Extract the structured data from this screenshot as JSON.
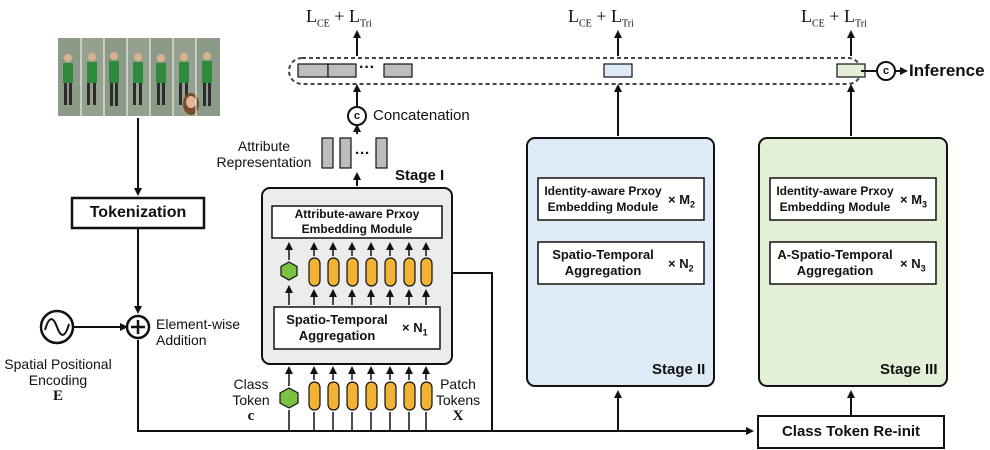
{
  "loss": {
    "stage1": {
      "ce": "L",
      "ce_sub": "CE",
      "plus": "+",
      "tri": "L",
      "tri_sub": "Tri"
    },
    "stage2": {
      "ce": "L",
      "ce_sub": "CE",
      "plus": "+",
      "tri": "L",
      "tri_sub": "Tri"
    },
    "stage3": {
      "ce": "L",
      "ce_sub": "CE",
      "plus": "+",
      "tri": "L",
      "tri_sub": "Tri"
    }
  },
  "feature_dots": "···",
  "inference_label": "Inference",
  "concat_symbol": "c",
  "concatenation_label": "Concatenation",
  "attribute_rep": {
    "line1": "Attribute",
    "line2": "Representation",
    "dots": "···"
  },
  "stage1": {
    "title": "Stage I",
    "proxy_line1": "Attribute-aware Prxoy",
    "proxy_line2": "Embedding Module",
    "sta_line1": "Spatio-Temporal",
    "sta_line2": "Aggregation",
    "sta_repeat": "× N",
    "sta_repeat_sub": "1"
  },
  "stage2": {
    "title": "Stage II",
    "proxy_line1": "Identity-aware Prxoy",
    "proxy_line2": "Embedding Module",
    "proxy_repeat": "× M",
    "proxy_repeat_sub": "2",
    "sta_line1": "Spatio-Temporal",
    "sta_line2": "Aggregation",
    "sta_repeat": "× N",
    "sta_repeat_sub": "2"
  },
  "stage3": {
    "title": "Stage III",
    "proxy_line1": "Identity-aware Prxoy",
    "proxy_line2": "Embedding Module",
    "proxy_repeat": "× M",
    "proxy_repeat_sub": "3",
    "sta_line1": "A-Spatio-Temporal",
    "sta_line2": "Aggregation",
    "sta_repeat": "× N",
    "sta_repeat_sub": "3"
  },
  "tokenization_label": "Tokenization",
  "element_wise": {
    "line1": "Element-wise",
    "line2": "Addition"
  },
  "spatial_enc": {
    "line1": "Spatial Positional",
    "line2": "Encoding",
    "symbol": "E"
  },
  "class_token": {
    "line1": "Class",
    "line2": "Token",
    "symbol": "c"
  },
  "patch_tokens": {
    "line1": "Patch",
    "line2": "Tokens",
    "symbol": "X"
  },
  "reinit_label": "Class Token Re-init",
  "colors": {
    "token_orange": "#f2b233",
    "class_green": "#7dc142",
    "stage1_bg": "#ececec",
    "stage2_bg": "#deebf7",
    "stage3_bg": "#e4efd8",
    "feat_gray": "#bdbdbd",
    "feat_blue": "#deebf7",
    "feat_green": "#e4efd8",
    "frame_person": "#2e8b3e",
    "frame_bg": "#8a9a8a"
  }
}
